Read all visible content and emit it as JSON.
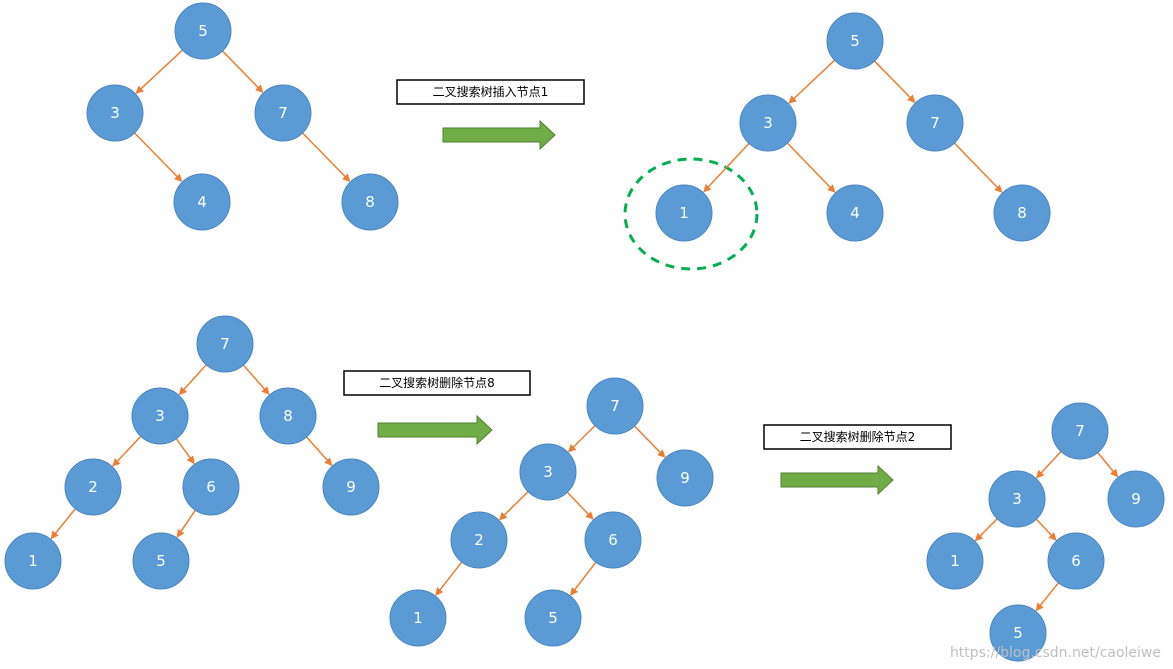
{
  "operations": [
    "二叉搜索树插入节点1",
    "二叉搜索树删除节点8",
    "二叉搜索树删除节点2"
  ],
  "trees": [
    {
      "id": "insert-before",
      "nodes": [
        {
          "id": "t1n5",
          "label": "5"
        },
        {
          "id": "t1n3",
          "label": "3"
        },
        {
          "id": "t1n7",
          "label": "7"
        },
        {
          "id": "t1n4",
          "label": "4"
        },
        {
          "id": "t1n8",
          "label": "8"
        }
      ],
      "edges": [
        [
          "t1n5",
          "t1n3"
        ],
        [
          "t1n5",
          "t1n7"
        ],
        [
          "t1n3",
          "t1n4"
        ],
        [
          "t1n7",
          "t1n8"
        ]
      ]
    },
    {
      "id": "insert-after",
      "nodes": [
        {
          "id": "t2n5",
          "label": "5"
        },
        {
          "id": "t2n3",
          "label": "3"
        },
        {
          "id": "t2n7",
          "label": "7"
        },
        {
          "id": "t2n1",
          "label": "1"
        },
        {
          "id": "t2n4",
          "label": "4"
        },
        {
          "id": "t2n8",
          "label": "8"
        }
      ],
      "edges": [
        [
          "t2n5",
          "t2n3"
        ],
        [
          "t2n5",
          "t2n7"
        ],
        [
          "t2n3",
          "t2n1"
        ],
        [
          "t2n3",
          "t2n4"
        ],
        [
          "t2n7",
          "t2n8"
        ]
      ],
      "highlighted": "t2n1"
    },
    {
      "id": "delete8-before",
      "nodes": [
        {
          "id": "t3n7",
          "label": "7"
        },
        {
          "id": "t3n3",
          "label": "3"
        },
        {
          "id": "t3n8",
          "label": "8"
        },
        {
          "id": "t3n2",
          "label": "2"
        },
        {
          "id": "t3n6",
          "label": "6"
        },
        {
          "id": "t3n9",
          "label": "9"
        },
        {
          "id": "t3n1",
          "label": "1"
        },
        {
          "id": "t3n5",
          "label": "5"
        }
      ],
      "edges": [
        [
          "t3n7",
          "t3n3"
        ],
        [
          "t3n7",
          "t3n8"
        ],
        [
          "t3n3",
          "t3n2"
        ],
        [
          "t3n3",
          "t3n6"
        ],
        [
          "t3n8",
          "t3n9"
        ],
        [
          "t3n2",
          "t3n1"
        ],
        [
          "t3n6",
          "t3n5"
        ]
      ]
    },
    {
      "id": "delete8-after",
      "nodes": [
        {
          "id": "t4n7",
          "label": "7"
        },
        {
          "id": "t4n3",
          "label": "3"
        },
        {
          "id": "t4n9",
          "label": "9"
        },
        {
          "id": "t4n2",
          "label": "2"
        },
        {
          "id": "t4n6",
          "label": "6"
        },
        {
          "id": "t4n1",
          "label": "1"
        },
        {
          "id": "t4n5",
          "label": "5"
        }
      ],
      "edges": [
        [
          "t4n7",
          "t4n3"
        ],
        [
          "t4n7",
          "t4n9"
        ],
        [
          "t4n3",
          "t4n2"
        ],
        [
          "t4n3",
          "t4n6"
        ],
        [
          "t4n2",
          "t4n1"
        ],
        [
          "t4n6",
          "t4n5"
        ]
      ]
    },
    {
      "id": "delete2-after",
      "nodes": [
        {
          "id": "t5n7",
          "label": "7"
        },
        {
          "id": "t5n3",
          "label": "3"
        },
        {
          "id": "t5n9",
          "label": "9"
        },
        {
          "id": "t5n1",
          "label": "1"
        },
        {
          "id": "t5n6",
          "label": "6"
        },
        {
          "id": "t5n5",
          "label": "5"
        }
      ],
      "edges": [
        [
          "t5n7",
          "t5n3"
        ],
        [
          "t5n7",
          "t5n9"
        ],
        [
          "t5n3",
          "t5n1"
        ],
        [
          "t5n3",
          "t5n6"
        ],
        [
          "t5n6",
          "t5n5"
        ]
      ]
    }
  ],
  "watermark": "https://blog.csdn.net/caoleiwe",
  "colors": {
    "node_fill": "#5b9bd5",
    "edge": "#ed7d31",
    "flow_arrow": "#70ad47",
    "highlight": "#00b050"
  }
}
